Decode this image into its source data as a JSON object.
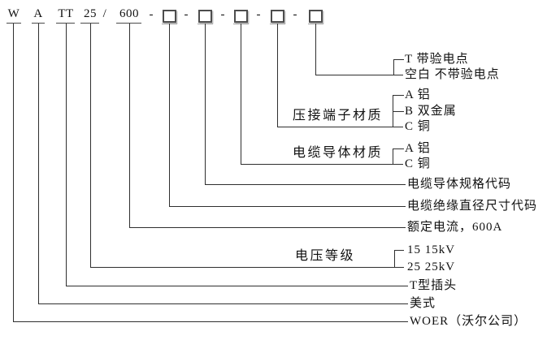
{
  "code": {
    "manufacturer": "W",
    "style": "A",
    "plug_type": "TT",
    "voltage": "25",
    "slash": "/",
    "current": "600",
    "separator": "-",
    "placeholder_box_count": 5
  },
  "options": {
    "with_test_point": "T 带验电点",
    "without_test_point": "空白 不带验电点",
    "terminal_aluminum": "A 铝",
    "terminal_bimetal": "B 双金属",
    "terminal_copper": "C 铜",
    "conductor_aluminum": "A 铝",
    "conductor_copper": "C 铜"
  },
  "descriptions": {
    "conductor_spec_code": "电缆导体规格代码",
    "insulation_diameter_code": "电缆绝缘直径尺寸代码",
    "rated_current": "额定电流，600A",
    "voltage_15": "15 15kV",
    "voltage_25": "25 25kV",
    "t_plug": "T型插头",
    "american_style": "美式",
    "woer": "WOER（沃尔公司）"
  },
  "group_labels": {
    "terminal_material": "压接端子材质",
    "conductor_material": "电缆导体材质",
    "voltage_class": "电压等级"
  },
  "colors": {
    "line": "#2f2f2f",
    "text": "#111111",
    "box_border": "#4d4d4d",
    "background": "#ffffff"
  }
}
